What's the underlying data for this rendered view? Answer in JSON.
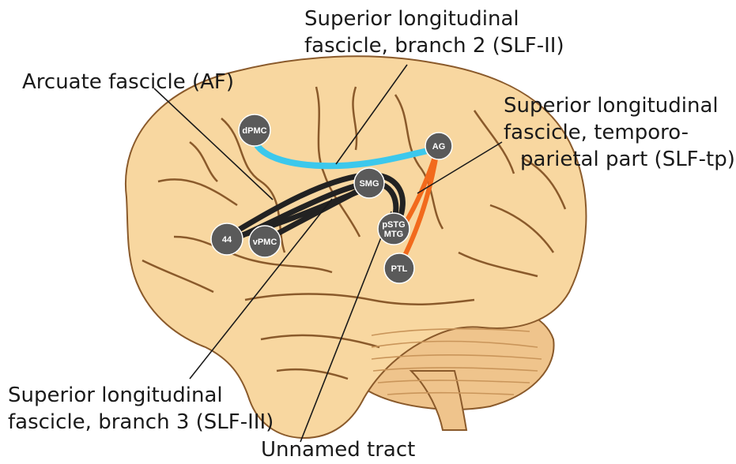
{
  "labels": {
    "af": "Arcuate fascicle (AF)",
    "slf2_line1": "Superior longitudinal",
    "slf2_line2": "fascicle, branch 2 (SLF-II)",
    "slftp_line1": "Superior longitudinal",
    "slftp_line2": "fascicle, temporo-",
    "slftp_line3": "parietal part (SLF-tp)",
    "slf3_line1": "Superior longitudinal",
    "slf3_line2": "fascicle, branch 3 (SLF-III)",
    "unnamed": "Unnamed tract"
  },
  "nodes": {
    "dpmc": "dPMC",
    "ag": "AG",
    "smg": "SMG",
    "n44": "44",
    "vpmc": "vPMC",
    "pstg": "pSTG",
    "mtg": "MTG",
    "ptl": "PTL"
  },
  "colors": {
    "brain_fill": "#f8d7a0",
    "brain_outline": "#8a5a2b",
    "cerebellum_fill": "#efc48c",
    "node_fill": "#5a5a5a",
    "tract_af": "#222222",
    "tract_slf2": "#3cc8ec",
    "tract_slftp": "#f26a1c",
    "leader": "#1a1a1a"
  }
}
